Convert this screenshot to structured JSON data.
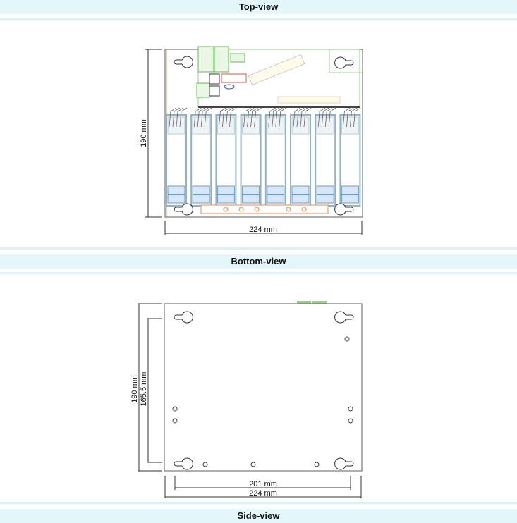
{
  "sections": {
    "top": {
      "title": "Top-view",
      "height_label": "190 mm",
      "width_label": "224 mm"
    },
    "bottom": {
      "title": "Bottom-view",
      "height_label": "190 mm",
      "inner_height_label": "165.5 mm",
      "inner_width_label": "201 mm",
      "width_label": "224 mm"
    },
    "side": {
      "title": "Side-view"
    }
  },
  "module_count": 8,
  "colors": {
    "header_bg": "#e3f6f9",
    "terminal_green": "#5fbf4a",
    "accent_orange": "#f08a4b",
    "module_blue": "#8fb3c9"
  }
}
